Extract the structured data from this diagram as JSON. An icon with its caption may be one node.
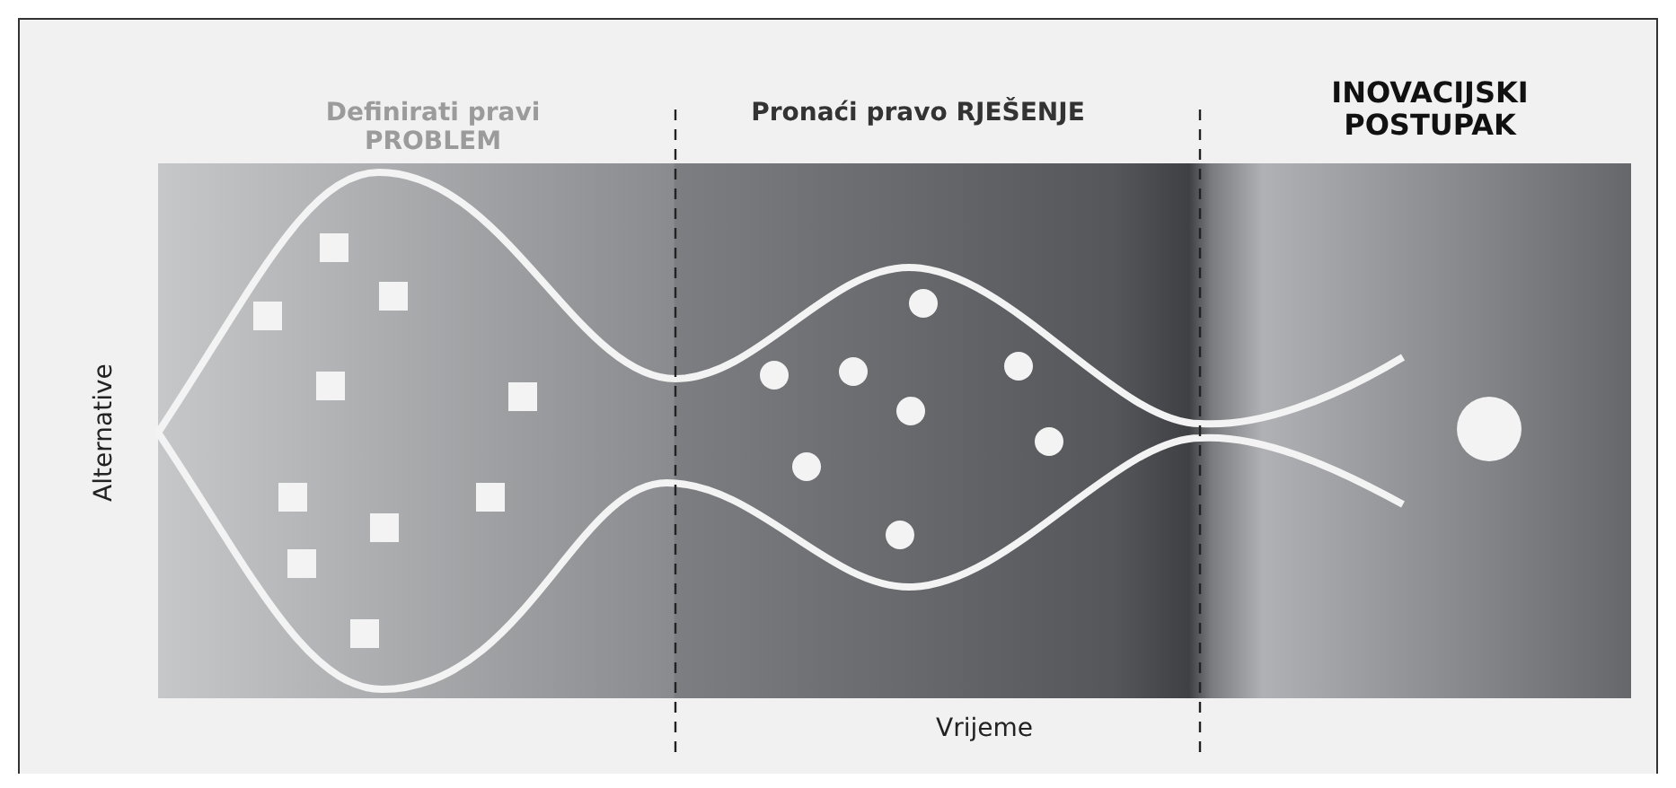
{
  "diagram": {
    "labels": [
      "Definirati pravi PROBLEM",
      "Pronaći pravo RJEŠENJE",
      "INOVACIJSKI POSTUPAK",
      "Alternative",
      "Vrijeme"
    ]
  }
}
